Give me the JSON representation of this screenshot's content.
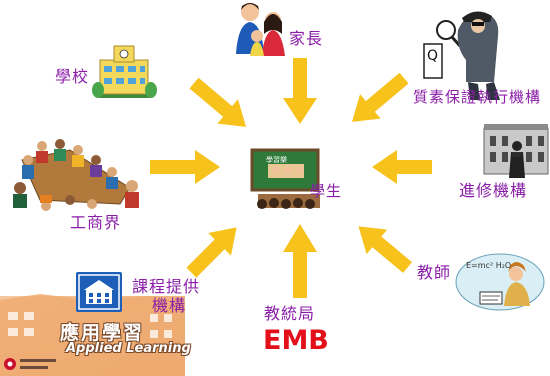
{
  "nodes": {
    "parents": "家長",
    "school": "學校",
    "qa_body": "質素保證執行機構",
    "industry": "工商界",
    "student": "學生",
    "further_ed": "進修機構",
    "provider_line1": "課程提供",
    "provider_line2": "機構",
    "emb_zh": "教統局",
    "emb_logo": "EMB",
    "teacher": "教師"
  },
  "applied_learning": {
    "zh": "應用學習",
    "en": "Applied Learning"
  },
  "blackboard_text": "學習樂",
  "colors": {
    "arrow": "#f7c21b",
    "label": "#8b1fa8",
    "emb_red": "#e3101a",
    "board_green": "#2f7a3a"
  },
  "icons": [
    "parents-icon",
    "school-icon",
    "detective-icon",
    "meeting-icon",
    "classroom-icon",
    "building-icon",
    "teacher-icon",
    "provider-icon",
    "emb-logo"
  ]
}
